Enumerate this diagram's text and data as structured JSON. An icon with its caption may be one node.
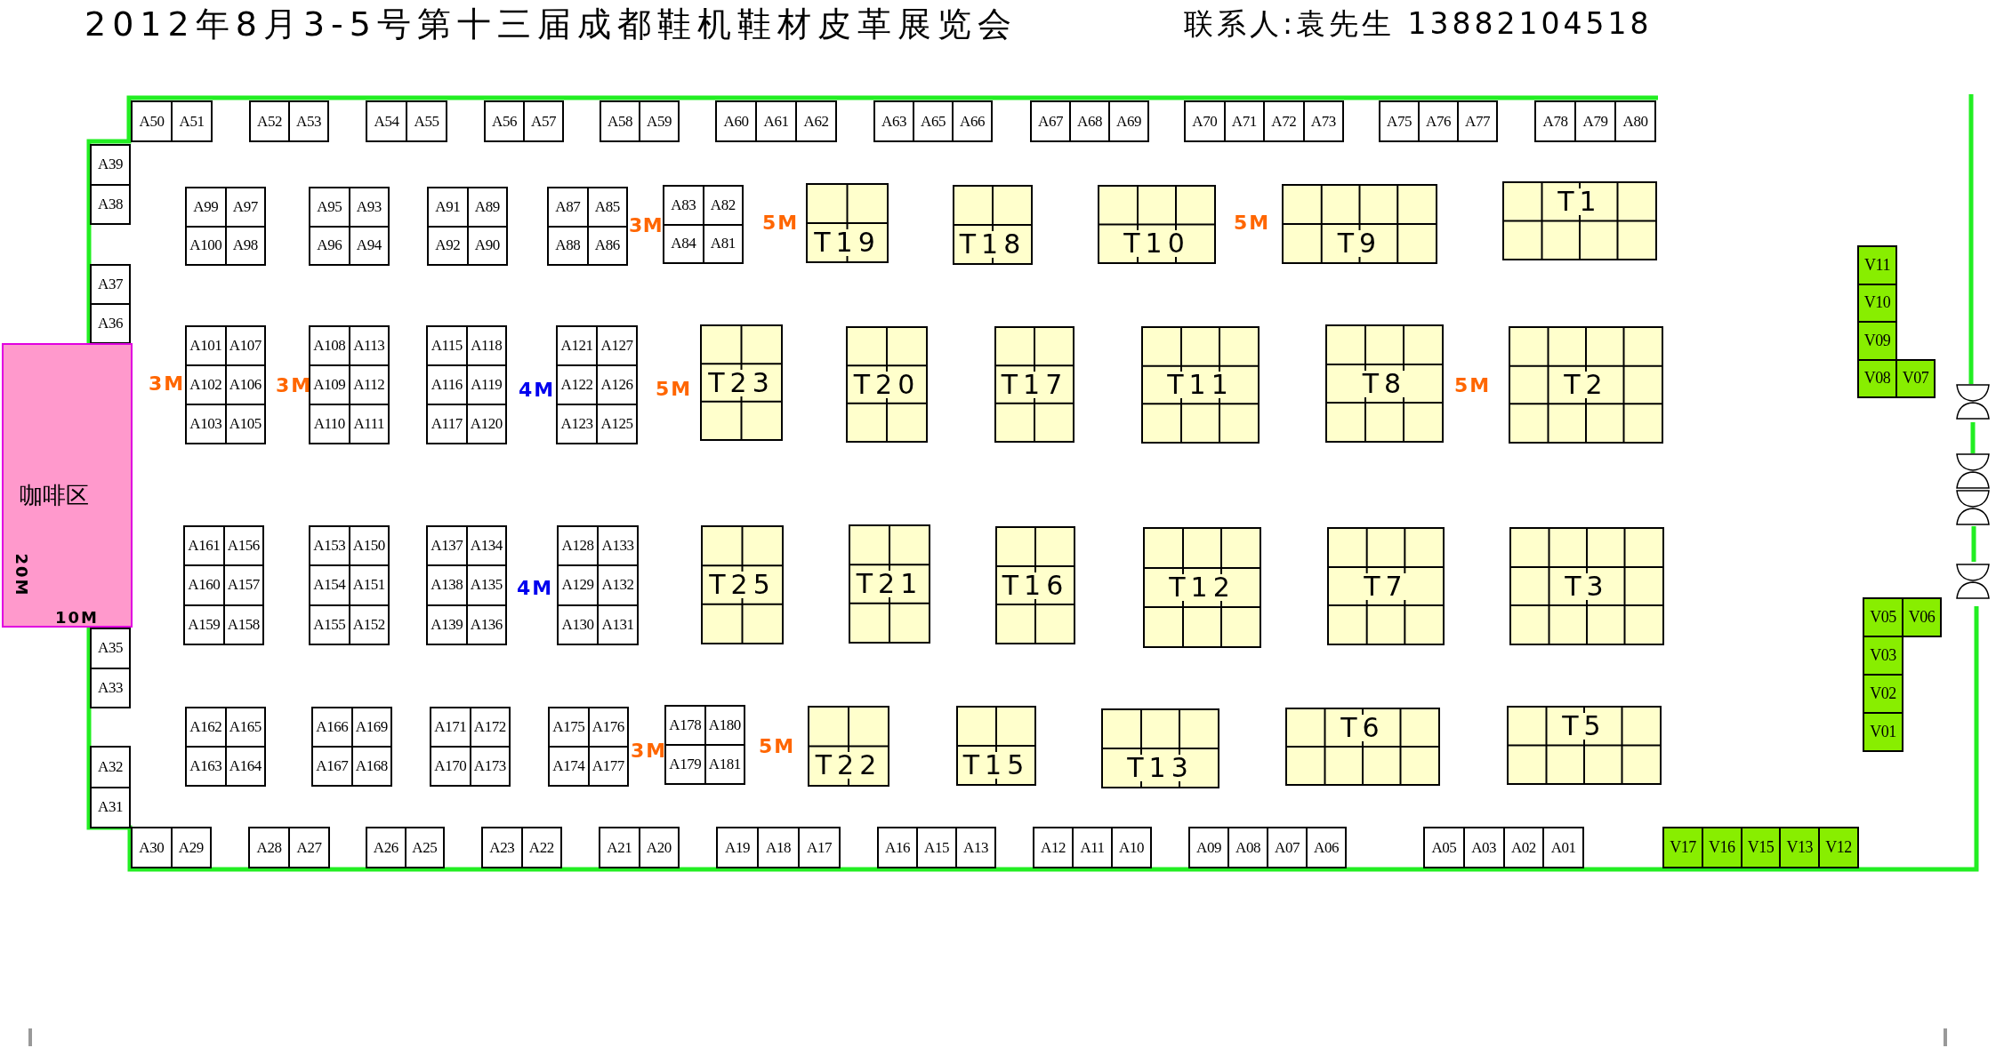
{
  "diagram": {
    "title": "2012年8月3-5号第十三届成都鞋机鞋材皮革展览会",
    "nodes": [
      {
        "text": [
          "A50"
        ]
      },
      {
        "text": [
          "A51"
        ]
      },
      {
        "text": [
          "A52"
        ]
      },
      {
        "text": [
          "A53"
        ]
      },
      {
        "text": [
          "A54"
        ]
      },
      {
        "text": [
          "A55"
        ]
      },
      {
        "text": [
          "A56"
        ]
      },
      {
        "text": [
          "A57"
        ]
      },
      {
        "text": [
          "A58"
        ]
      },
      {
        "text": [
          "A59"
        ]
      },
      {
        "text": [
          "A60"
        ]
      },
      {
        "text": [
          "A61"
        ]
      },
      {
        "text": [
          "A62"
        ]
      },
      {
        "text": [
          "A63"
        ]
      },
      {
        "text": [
          "A65"
        ]
      },
      {
        "text": [
          "A66"
        ]
      },
      {
        "text": [
          "A67"
        ]
      },
      {
        "text": [
          "A68"
        ]
      },
      {
        "text": [
          "A69"
        ]
      },
      {
        "text": [
          "A70"
        ]
      },
      {
        "text": [
          "A71"
        ]
      },
      {
        "text": [
          "A72"
        ]
      },
      {
        "text": [
          "A73"
        ]
      },
      {
        "text": [
          "A75"
        ]
      },
      {
        "text": [
          "A76"
        ]
      },
      {
        "text": [
          "A77"
        ]
      },
      {
        "text": [
          "A78"
        ]
      },
      {
        "text": [
          "A79"
        ]
      },
      {
        "text": [
          "A80"
        ]
      },
      {
        "text": [
          "A39"
        ]
      },
      {
        "text": [
          "A38"
        ]
      },
      {
        "text": [
          "A99"
        ]
      },
      {
        "text": [
          "A97"
        ]
      },
      {
        "text": [
          "A100"
        ]
      },
      {
        "text": [
          "A98"
        ]
      },
      {
        "text": [
          "A95"
        ]
      },
      {
        "text": [
          "A93"
        ]
      },
      {
        "text": [
          "A96"
        ]
      },
      {
        "text": [
          "A94"
        ]
      },
      {
        "text": [
          "A91"
        ]
      },
      {
        "text": [
          "A89"
        ]
      },
      {
        "text": [
          "A92"
        ]
      },
      {
        "text": [
          "A90"
        ]
      },
      {
        "text": [
          "A87"
        ]
      },
      {
        "text": [
          "A85"
        ]
      },
      {
        "text": [
          "A88"
        ]
      },
      {
        "text": [
          "A86"
        ]
      },
      {
        "text": [
          "A83"
        ]
      },
      {
        "text": [
          "A82"
        ]
      },
      {
        "text": [
          "A84"
        ]
      },
      {
        "text": [
          "A81"
        ]
      },
      {
        "text": [
          "T19"
        ]
      },
      {
        "text": [
          "T18"
        ]
      },
      {
        "text": [
          "T10"
        ]
      },
      {
        "text": [
          "T9"
        ]
      },
      {
        "text": [
          "T1"
        ]
      },
      {
        "text": [
          "A37"
        ]
      },
      {
        "text": [
          "A36"
        ]
      },
      {
        "text": [
          "咖啡区",
          "20M",
          "10M"
        ]
      },
      {
        "text": [
          "A101"
        ]
      },
      {
        "text": [
          "A107"
        ]
      },
      {
        "text": [
          "A102"
        ]
      },
      {
        "text": [
          "A106"
        ]
      },
      {
        "text": [
          "A103"
        ]
      },
      {
        "text": [
          "A105"
        ]
      },
      {
        "text": [
          "A108"
        ]
      },
      {
        "text": [
          "A113"
        ]
      },
      {
        "text": [
          "A109"
        ]
      },
      {
        "text": [
          "A112"
        ]
      },
      {
        "text": [
          "A110"
        ]
      },
      {
        "text": [
          "A111"
        ]
      },
      {
        "text": [
          "A115"
        ]
      },
      {
        "text": [
          "A118"
        ]
      },
      {
        "text": [
          "A116"
        ]
      },
      {
        "text": [
          "A119"
        ]
      },
      {
        "text": [
          "A117"
        ]
      },
      {
        "text": [
          "A120"
        ]
      },
      {
        "text": [
          "A121"
        ]
      },
      {
        "text": [
          "A127"
        ]
      },
      {
        "text": [
          "A122"
        ]
      },
      {
        "text": [
          "A126"
        ]
      },
      {
        "text": [
          "A123"
        ]
      },
      {
        "text": [
          "A125"
        ]
      },
      {
        "text": [
          "T23"
        ]
      },
      {
        "text": [
          "T20"
        ]
      },
      {
        "text": [
          "T17"
        ]
      },
      {
        "text": [
          "T11"
        ]
      },
      {
        "text": [
          "T8"
        ]
      },
      {
        "text": [
          "T2"
        ]
      },
      {
        "text": [
          "V11"
        ]
      },
      {
        "text": [
          "V10"
        ]
      },
      {
        "text": [
          "V09"
        ]
      },
      {
        "text": [
          "V08"
        ]
      },
      {
        "text": [
          "V07"
        ]
      },
      {
        "text": [
          "A161"
        ]
      },
      {
        "text": [
          "A156"
        ]
      },
      {
        "text": [
          "A160"
        ]
      },
      {
        "text": [
          "A157"
        ]
      },
      {
        "text": [
          "A159"
        ]
      },
      {
        "text": [
          "A158"
        ]
      },
      {
        "text": [
          "A153"
        ]
      },
      {
        "text": [
          "A150"
        ]
      },
      {
        "text": [
          "A154"
        ]
      },
      {
        "text": [
          "A151"
        ]
      },
      {
        "text": [
          "A155"
        ]
      },
      {
        "text": [
          "A152"
        ]
      },
      {
        "text": [
          "A137"
        ]
      },
      {
        "text": [
          "A134"
        ]
      },
      {
        "text": [
          "A138"
        ]
      },
      {
        "text": [
          "A135"
        ]
      },
      {
        "text": [
          "A139"
        ]
      },
      {
        "text": [
          "A136"
        ]
      },
      {
        "text": [
          "A128"
        ]
      },
      {
        "text": [
          "A133"
        ]
      },
      {
        "text": [
          "A129"
        ]
      },
      {
        "text": [
          "A132"
        ]
      },
      {
        "text": [
          "A130"
        ]
      },
      {
        "text": [
          "A131"
        ]
      },
      {
        "text": [
          "T25"
        ]
      },
      {
        "text": [
          "T21"
        ]
      },
      {
        "text": [
          "T16"
        ]
      },
      {
        "text": [
          "T12"
        ]
      },
      {
        "text": [
          "T7"
        ]
      },
      {
        "text": [
          "T3"
        ]
      },
      {
        "text": [
          "V05"
        ]
      },
      {
        "text": [
          "V06"
        ]
      },
      {
        "text": [
          "V03"
        ]
      },
      {
        "text": [
          "V02"
        ]
      },
      {
        "text": [
          "V01"
        ]
      },
      {
        "text": [
          "A35"
        ]
      },
      {
        "text": [
          "A33"
        ]
      },
      {
        "text": [
          "A162"
        ]
      },
      {
        "text": [
          "A165"
        ]
      },
      {
        "text": [
          "A163"
        ]
      },
      {
        "text": [
          "A164"
        ]
      },
      {
        "text": [
          "A166"
        ]
      },
      {
        "text": [
          "A169"
        ]
      },
      {
        "text": [
          "A167"
        ]
      },
      {
        "text": [
          "A168"
        ]
      },
      {
        "text": [
          "A171"
        ]
      },
      {
        "text": [
          "A172"
        ]
      },
      {
        "text": [
          "A170"
        ]
      },
      {
        "text": [
          "A173"
        ]
      },
      {
        "text": [
          "A175"
        ]
      },
      {
        "text": [
          "A176"
        ]
      },
      {
        "text": [
          "A174"
        ]
      },
      {
        "text": [
          "A177"
        ]
      },
      {
        "text": [
          "A178"
        ]
      },
      {
        "text": [
          "A180"
        ]
      },
      {
        "text": [
          "A179"
        ]
      },
      {
        "text": [
          "A181"
        ]
      },
      {
        "text": [
          "T22"
        ]
      },
      {
        "text": [
          "T15"
        ]
      },
      {
        "text": [
          "T13"
        ]
      },
      {
        "text": [
          "T6"
        ]
      },
      {
        "text": [
          "T5"
        ]
      },
      {
        "text": [
          "A32"
        ]
      },
      {
        "text": [
          "A31"
        ]
      },
      {
        "text": [
          "A30"
        ]
      },
      {
        "text": [
          "A29"
        ]
      },
      {
        "text": [
          "A28"
        ]
      },
      {
        "text": [
          "A27"
        ]
      },
      {
        "text": [
          "A26"
        ]
      },
      {
        "text": [
          "A25"
        ]
      },
      {
        "text": [
          "A23"
        ]
      },
      {
        "text": [
          "A22"
        ]
      },
      {
        "text": [
          "A21"
        ]
      },
      {
        "text": [
          "A20"
        ]
      },
      {
        "text": [
          "A19"
        ]
      },
      {
        "text": [
          "A18"
        ]
      },
      {
        "text": [
          "A17"
        ]
      },
      {
        "text": [
          "A16"
        ]
      },
      {
        "text": [
          "A15"
        ]
      },
      {
        "text": [
          "A13"
        ]
      },
      {
        "text": [
          "A12"
        ]
      },
      {
        "text": [
          "A11"
        ]
      },
      {
        "text": [
          "A10"
        ]
      },
      {
        "text": [
          "A09"
        ]
      },
      {
        "text": [
          "A08"
        ]
      },
      {
        "text": [
          "A07"
        ]
      },
      {
        "text": [
          "A06"
        ]
      },
      {
        "text": [
          "A05"
        ]
      },
      {
        "text": [
          "A03"
        ]
      },
      {
        "text": [
          "A02"
        ]
      },
      {
        "text": [
          "A01"
        ]
      },
      {
        "text": [
          "V17"
        ]
      },
      {
        "text": [
          "V16"
        ]
      },
      {
        "text": [
          "V15"
        ]
      },
      {
        "text": [
          "V13"
        ]
      },
      {
        "text": [
          "V12"
        ]
      }
    ],
    "labels": [
      "联系人:袁先生 13882104518",
      "3M",
      "5M",
      "5M",
      "3M",
      "3M",
      "4M",
      "5M",
      "5M",
      "4M",
      "3M",
      "5M"
    ]
  }
}
